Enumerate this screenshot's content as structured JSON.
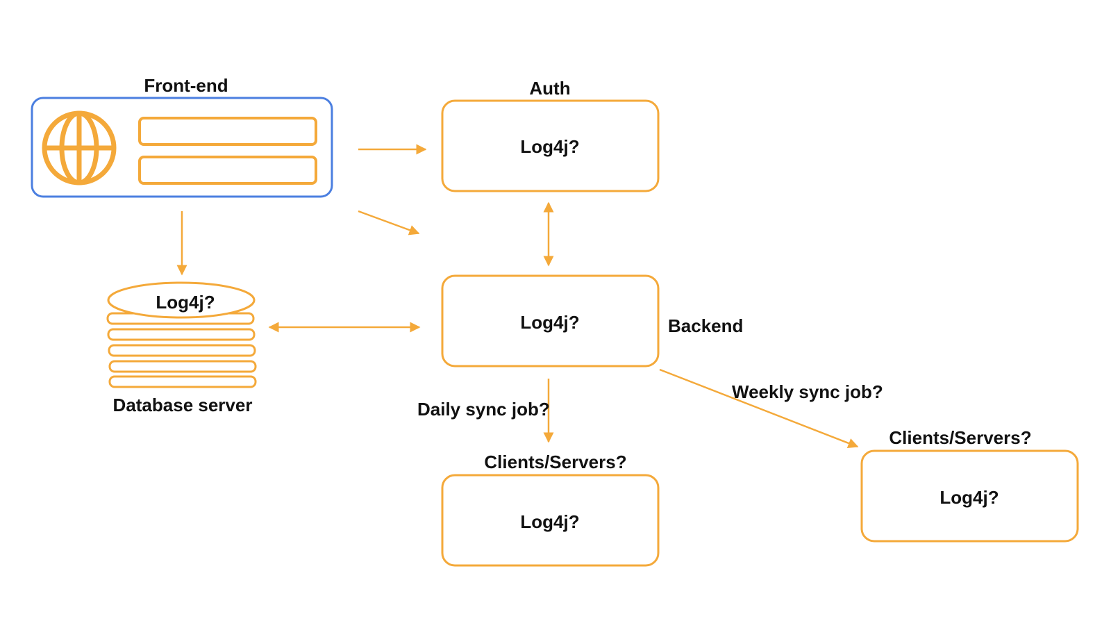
{
  "frontend": {
    "title": "Front-end"
  },
  "auth": {
    "title": "Auth",
    "box_text": "Log4j?"
  },
  "backend": {
    "title": "Backend",
    "box_text": "Log4j?"
  },
  "database": {
    "title": "Database server",
    "top_text": "Log4j?"
  },
  "daily": {
    "edge_label": "Daily sync job?",
    "title": "Clients/Servers?",
    "box_text": "Log4j?"
  },
  "weekly": {
    "edge_label": "Weekly sync job?",
    "title": "Clients/Servers?",
    "box_text": "Log4j?"
  },
  "colors": {
    "accent": "#F4A93A",
    "frontend_border": "#4B7FE0",
    "text": "#111111"
  }
}
